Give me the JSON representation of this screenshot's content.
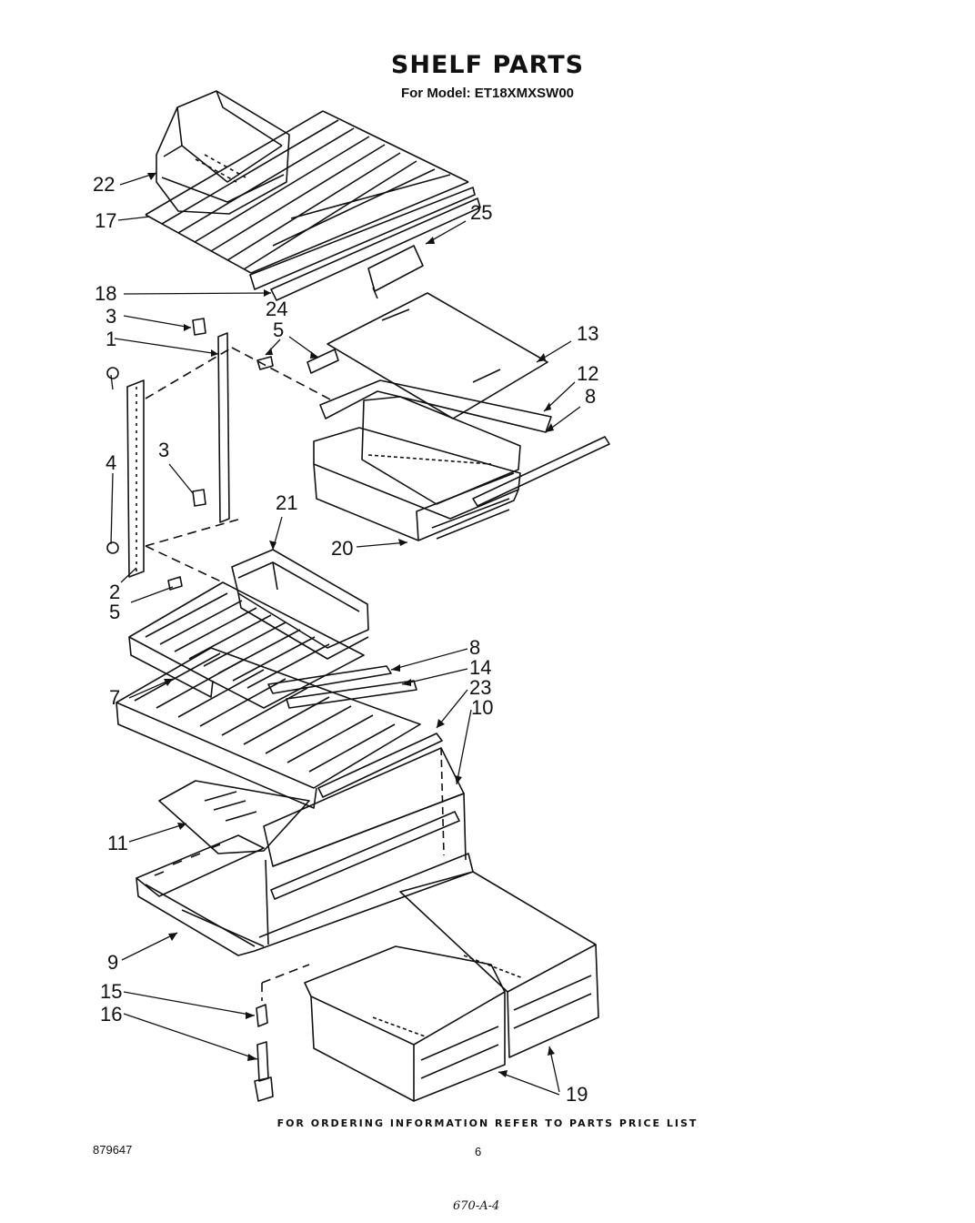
{
  "header": {
    "title": "SHELF PARTS",
    "subtitle": "For Model: ET18XMXSW00"
  },
  "callouts": {
    "c22": "22",
    "c17": "17",
    "c25": "25",
    "c18": "18",
    "c24": "24",
    "c3a": "3",
    "c5a": "5",
    "c1": "1",
    "c13": "13",
    "c12": "12",
    "c8a": "8",
    "c4": "4",
    "c3b": "3",
    "c21": "21",
    "c20": "20",
    "c2": "2",
    "c5b": "5",
    "c8b": "8",
    "c14": "14",
    "c23": "23",
    "c10": "10",
    "c7": "7",
    "c11": "11",
    "c9": "9",
    "c15": "15",
    "c16": "16",
    "c19": "19"
  },
  "footer": {
    "note": "FOR ORDERING INFORMATION REFER TO PARTS PRICE LIST",
    "doc_number": "879647",
    "page_number": "6",
    "handwritten": "670-A-4"
  }
}
